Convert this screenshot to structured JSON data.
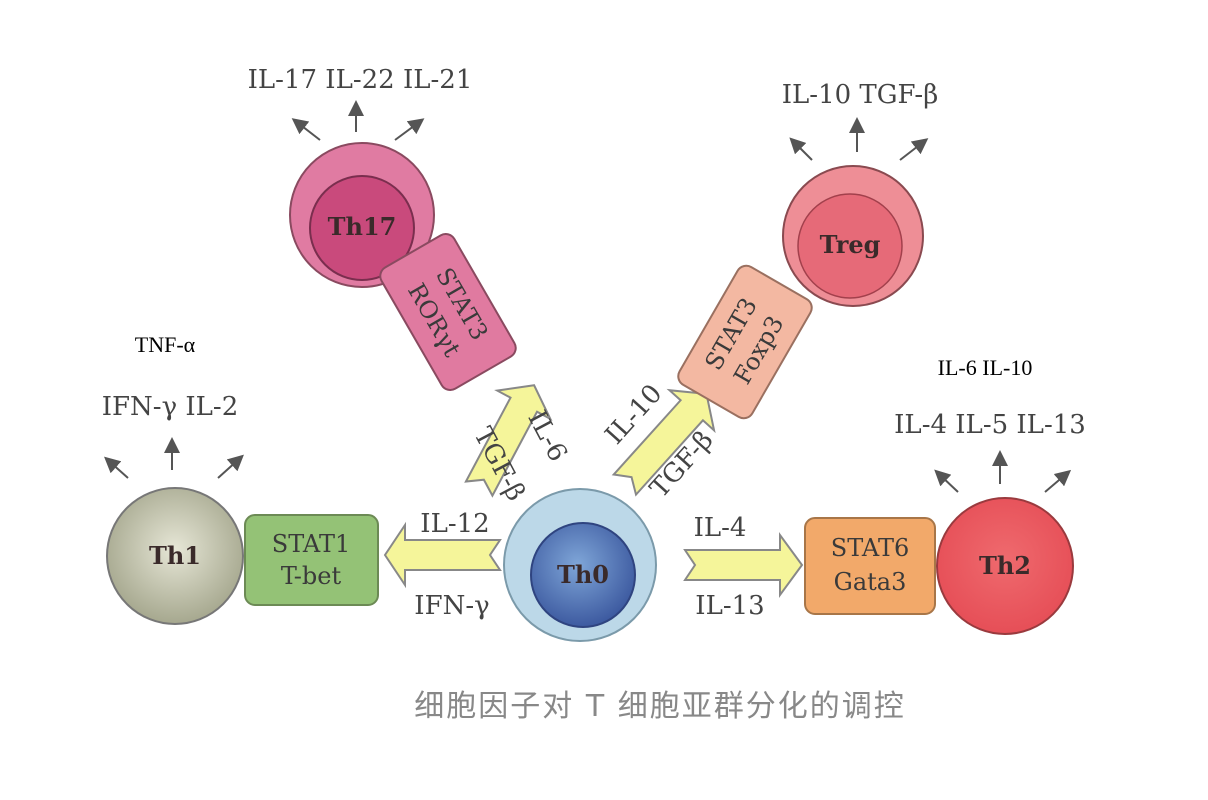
{
  "cells": {
    "th0": "Th0",
    "th1": "Th1",
    "th2": "Th2",
    "th17": "Th17",
    "treg": "Treg"
  },
  "transcription_factors": {
    "th1": [
      "STAT1",
      "T-bet"
    ],
    "th2": [
      "STAT6",
      "Gata3"
    ],
    "th17": [
      "STAT3",
      "RORγt"
    ],
    "treg": [
      "STAT3",
      "Foxp3"
    ]
  },
  "inducers": {
    "th1": [
      "IL-12",
      "IFN-γ"
    ],
    "th2": [
      "IL-4",
      "IL-13"
    ],
    "th17": [
      "IL-6",
      "TGF-β"
    ],
    "treg": [
      "IL-10",
      "TGF-β"
    ]
  },
  "secreted": {
    "th1": "IFN-γ IL-2",
    "th2": "IL-4 IL-5 IL-13",
    "th17": "IL-17 IL-22 IL-21",
    "treg": "IL-10  TGF-β"
  },
  "annotations": {
    "th1_extra": "TNF-α",
    "th2_extra": "IL-6 IL-10"
  },
  "caption": "细胞因子对 T 细胞亚群分化的调控",
  "colors": {
    "th0_outer": "#bcd8e8",
    "th0_inner": "#4a69ae",
    "th1": "#a8aa92",
    "th2": "#e9575c",
    "th17_outer": "#e07ba2",
    "th17_inner": "#c94a7c",
    "treg_outer": "#ee8e96",
    "treg_inner": "#e66a78",
    "stat1": "#94c276",
    "stat6": "#f2a96a",
    "stat3_ror": "#e07aa0",
    "stat3_foxp3": "#f3b8a2",
    "arrow": "#f5f59a"
  }
}
